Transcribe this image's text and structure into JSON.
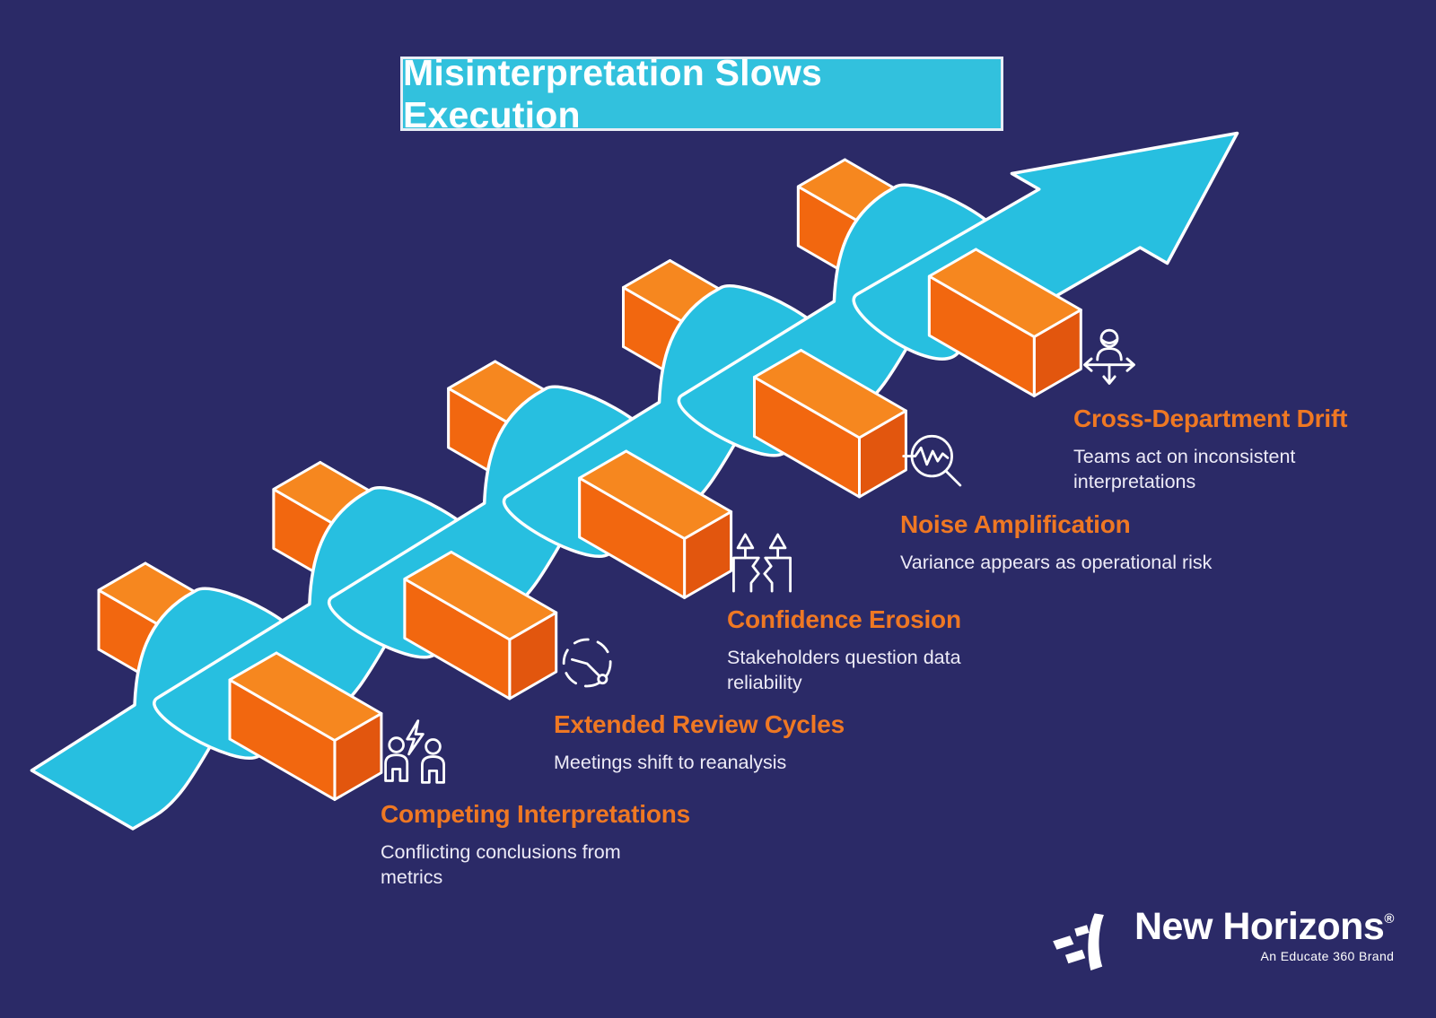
{
  "title": {
    "text": "Misinterpretation Slows Execution"
  },
  "stages": [
    {
      "label": "Competing Interpretations",
      "description": "Conflicting conclusions from metrics",
      "icon": "conflict-people-icon"
    },
    {
      "label": "Extended Review Cycles",
      "description": "Meetings shift to reanalysis",
      "icon": "review-clock-icon"
    },
    {
      "label": "Confidence Erosion",
      "description": "Stakeholders question data reliability",
      "icon": "cracked-blocks-icon"
    },
    {
      "label": "Noise Amplification",
      "description": "Variance appears as operational risk",
      "icon": "noise-magnifier-icon"
    },
    {
      "label": "Cross-Department Drift",
      "description": "Teams act on inconsistent interpretations",
      "icon": "person-diverging-arrows-icon"
    }
  ],
  "brand": {
    "name": "New Horizons",
    "registered": "®",
    "tagline": "An Educate 360 Brand"
  },
  "colors": {
    "background": "#2b2a67",
    "ribbon": "#27bfe0",
    "outline": "#ffffff",
    "barTop": "#f6871f",
    "barFront": "#f2670f",
    "barEnd": "#e2560e",
    "heading": "#ef7823",
    "bodyText": "#edebf7",
    "bannerFill": "#32c1dd",
    "bannerBorder": "#e8edf5"
  }
}
